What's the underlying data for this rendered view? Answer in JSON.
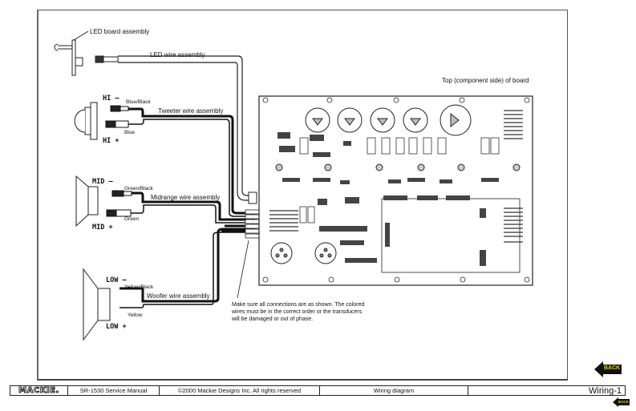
{
  "diagram": {
    "labels": {
      "led_board": "LED board assembly",
      "led_wire": "LED wire assembly",
      "board_title": "Top (component side) of board",
      "hi_minus": "HI  –",
      "hi_plus": "HI  +",
      "blue_black": "Blue/Black",
      "blue": "Blue",
      "tweeter_wire": "Tweeter wire assembly",
      "mid_minus": "MID –",
      "mid_plus": "MID +",
      "green_black": "Green/Black",
      "green": "Green",
      "midrange_wire": "Midrange wire assembly",
      "low_minus": "LOW –",
      "low_plus": "LOW +",
      "yellow_black": "Yellow/Black",
      "yellow": "Yellow",
      "woofer_wire": "Woofer wire assembly"
    },
    "note": "Make sure all connections are as shown. The colored wires must be in the correct order or the transducers will be damaged or out of phase."
  },
  "navigation": {
    "back_label": "BACK",
    "back_label_small": "BACK"
  },
  "footer": {
    "logo": "MACKIE.",
    "manual": "SR-1530 Service Manual",
    "copyright": "©2000 Mackie Designs Inc. All rights reserved",
    "section": "Wiring diagram",
    "page": "Wiring-1"
  },
  "colors": {
    "back_button_bg": "#111111",
    "back_button_text": "#e8d400"
  }
}
